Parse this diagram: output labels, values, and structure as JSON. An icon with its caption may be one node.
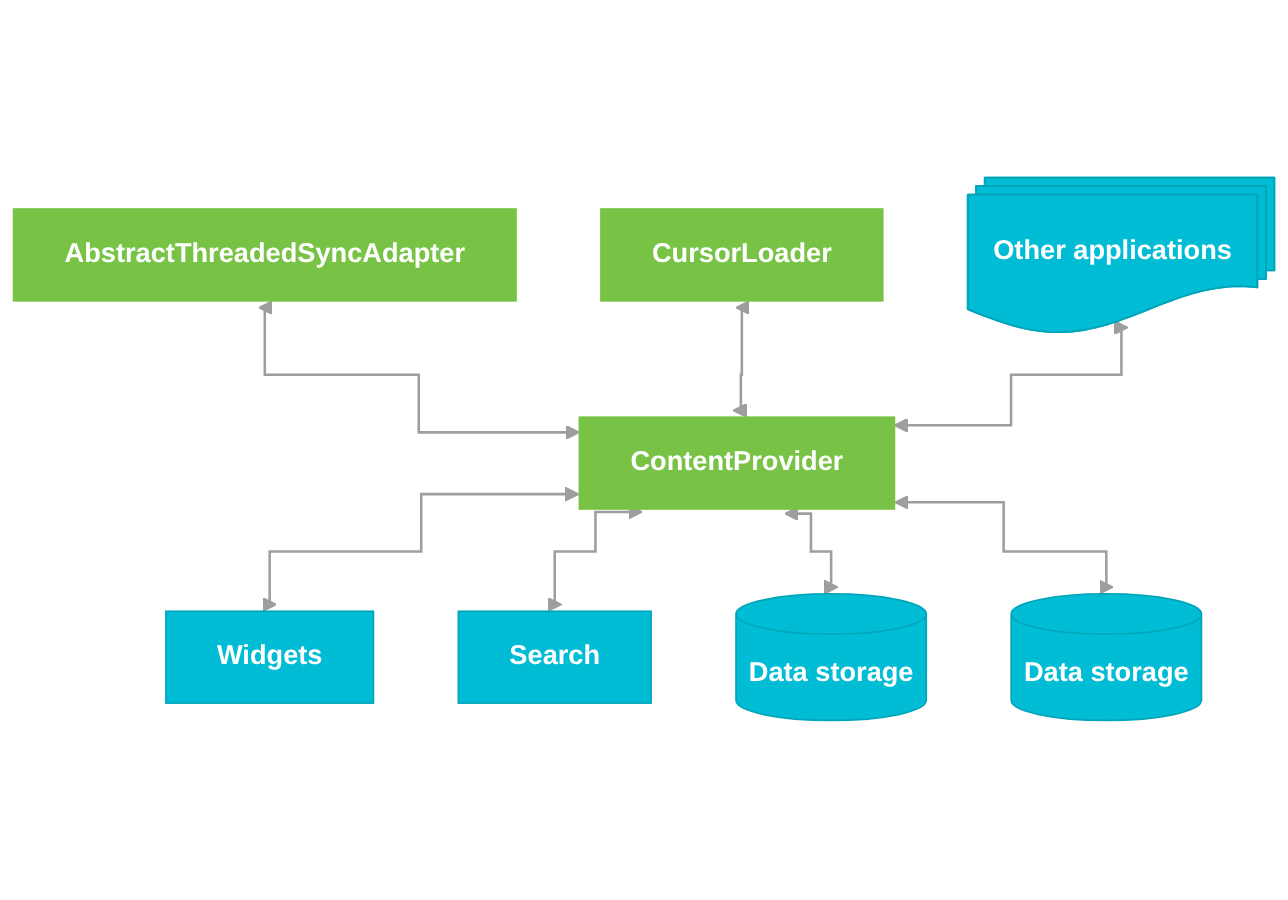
{
  "diagram": {
    "nodes": [
      {
        "text": [
          "AbstractThreadedSyncAdapter"
        ]
      },
      {
        "text": [
          "CursorLoader"
        ]
      },
      {
        "text": [
          "Other applications"
        ]
      },
      {
        "text": [
          "ContentProvider"
        ]
      },
      {
        "text": [
          "Widgets"
        ]
      },
      {
        "text": [
          "Search"
        ]
      },
      {
        "text": [
          "Data storage"
        ]
      },
      {
        "text": [
          "Data storage"
        ]
      }
    ],
    "edges": [
      {
        "from": 0,
        "to": 3,
        "arrow": "both"
      },
      {
        "from": 1,
        "to": 3,
        "arrow": "both"
      },
      {
        "from": 2,
        "to": 3,
        "arrow": "both"
      },
      {
        "from": 3,
        "to": 4,
        "arrow": "both"
      },
      {
        "from": 3,
        "to": 5,
        "arrow": "both"
      },
      {
        "from": 3,
        "to": 6,
        "arrow": "both"
      },
      {
        "from": 3,
        "to": 7,
        "arrow": "both"
      }
    ]
  }
}
